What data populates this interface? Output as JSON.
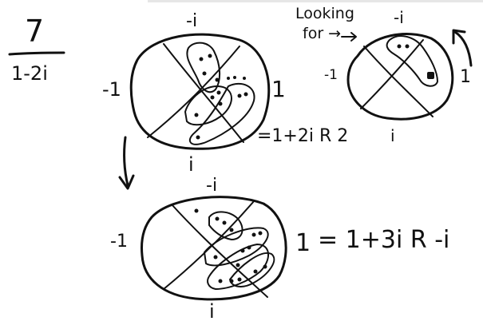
{
  "ink_color": "#111111",
  "background": "#ffffff",
  "fraction": {
    "numerator": "7",
    "denominator": "1-2i"
  },
  "note": {
    "line1": "Looking",
    "line2": "for →"
  },
  "diagrams": {
    "top_left": {
      "top": "-i",
      "left": "-1",
      "right": "1",
      "bottom": "i",
      "result": "=1+2i R 2"
    },
    "top_right": {
      "top": "-i",
      "left": "-1",
      "right": "1",
      "bottom": "i"
    },
    "bottom": {
      "top": "-i",
      "left": "-1",
      "right": "1",
      "bottom": "i",
      "result": "= 1+3i R -i"
    }
  },
  "icons": {
    "arrow_down": "arrow-down-icon",
    "arrow_curved": "curved-arrow-icon"
  }
}
